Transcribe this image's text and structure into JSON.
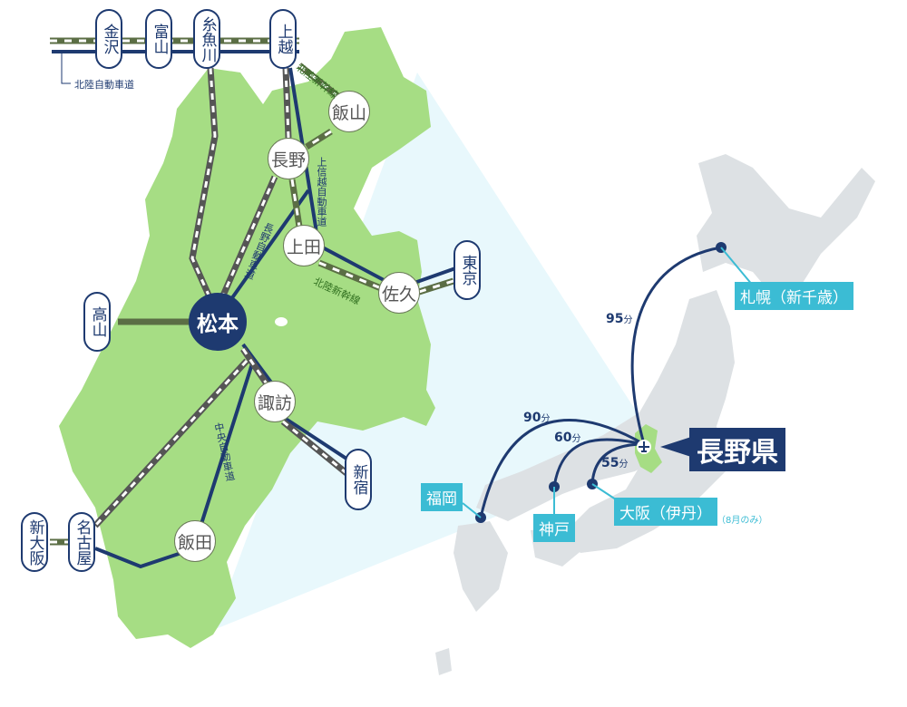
{
  "top_cities": [
    {
      "name": "金沢"
    },
    {
      "name": "富山"
    },
    {
      "name": "糸魚川"
    },
    {
      "name": "上越"
    }
  ],
  "side_cities": {
    "takayama": "高山",
    "tokyo": "東京",
    "shinjuku": "新宿",
    "nagoya": "名古屋",
    "shin_osaka": "新大阪"
  },
  "nodes": {
    "nagano": "長野",
    "iiyama": "飯山",
    "ueda": "上田",
    "saku": "佐久",
    "matsumoto": "松本",
    "suwa": "諏訪",
    "iida": "飯田"
  },
  "route_labels": {
    "hokuriku_expressway": "北陸自動車道",
    "hokuriku_shinkansen_1": "北陸新幹線",
    "hokuriku_shinkansen_2": "北陸新幹線",
    "joshinetsu_expressway": "上信越自動車道",
    "nagano_expressway": "長野自動車道",
    "chuo_expressway": "中央自動車道"
  },
  "airports": {
    "sapporo": {
      "name": "札幌（新千歳）",
      "time": "95",
      "unit": "分"
    },
    "fukuoka": {
      "name": "福岡",
      "time": "90",
      "unit": "分"
    },
    "kobe": {
      "name": "神戸",
      "time": "60",
      "unit": "分"
    },
    "osaka": {
      "name": "大阪（伊丹）",
      "time": "55",
      "unit": "分",
      "note": "（8月のみ）"
    }
  },
  "destination": "長野県",
  "colors": {
    "navy": "#1e3a70",
    "prefecture_green": "#a6dd84",
    "japan_gray": "#dde1e4",
    "cone": "#e8f8fc",
    "airport_label": "#3bbcd4",
    "shinkansen": "#5b6e45"
  }
}
